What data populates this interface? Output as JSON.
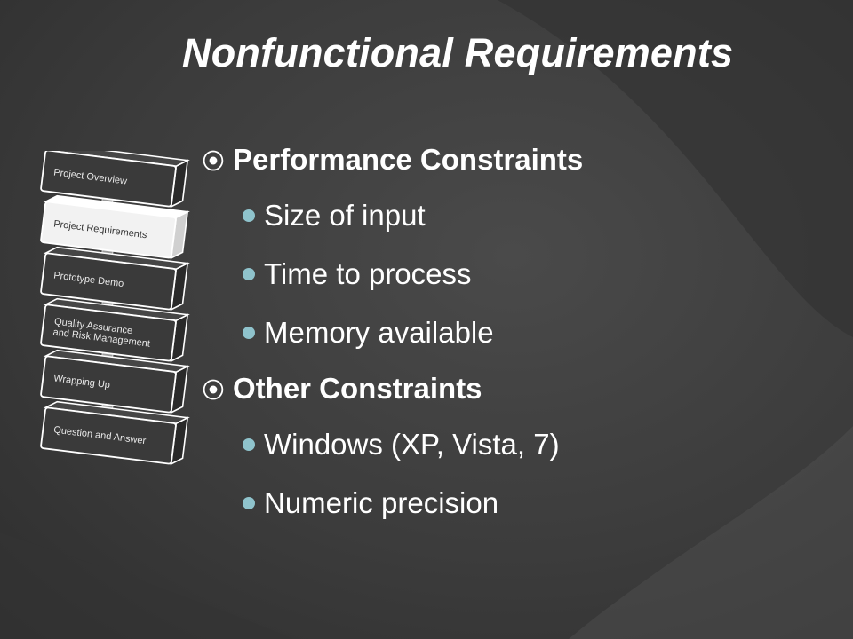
{
  "slide": {
    "title": "Nonfunctional Requirements"
  },
  "agenda": [
    {
      "label": "Project Overview",
      "active": false
    },
    {
      "label": "Project Requirements",
      "active": true
    },
    {
      "label": "Prototype Demo",
      "active": false
    },
    {
      "label": "Quality Assurance and Risk Management",
      "lines": [
        "Quality Assurance",
        "and Risk Management"
      ],
      "active": false
    },
    {
      "label": "Wrapping Up",
      "active": false
    },
    {
      "label": "Question and Answer",
      "active": false
    }
  ],
  "bullets": [
    {
      "heading": "Performance Constraints",
      "items": [
        "Size of input",
        "Time to process",
        "Memory available"
      ]
    },
    {
      "heading": "Other Constraints",
      "items": [
        "Windows (XP, Vista, 7)",
        "Numeric precision"
      ]
    }
  ],
  "colors": {
    "background": "#3c3c3c",
    "text": "#ffffff",
    "sub_bullet": "#8fc3cc",
    "agenda_box": "#3a3a3a",
    "agenda_active": "#f2f2f2"
  }
}
